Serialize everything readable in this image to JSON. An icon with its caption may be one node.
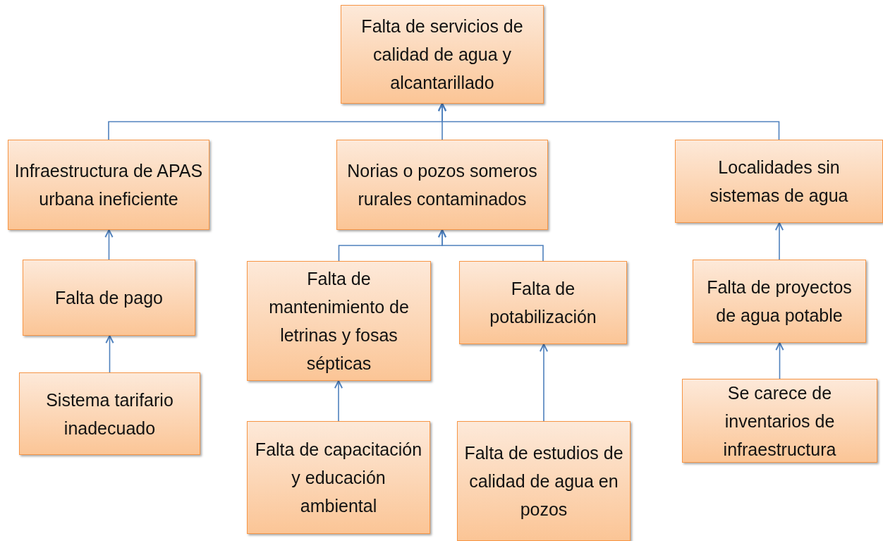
{
  "diagram": {
    "nodes": [
      {
        "text": [
          "Falta de servicios de calidad de agua y alcantarillado"
        ]
      },
      {
        "text": [
          "Infraestructura de APAS urbana ineficiente"
        ]
      },
      {
        "text": [
          "Norias o pozos someros rurales contaminados"
        ]
      },
      {
        "text": [
          "Localidades sin sistemas de agua"
        ]
      },
      {
        "text": [
          "Falta de pago"
        ]
      },
      {
        "text": [
          "Sistema tarifario inadecuado"
        ]
      },
      {
        "text": [
          "Falta de mantenimiento de letrinas y fosas sépticas"
        ]
      },
      {
        "text": [
          "Falta de potabilización"
        ]
      },
      {
        "text": [
          "Falta de capacitación y educación ambiental"
        ]
      },
      {
        "text": [
          "Falta de estudios de calidad de agua en pozos"
        ]
      },
      {
        "text": [
          "Falta de proyectos de agua potable"
        ]
      },
      {
        "text": [
          "Se carece de inventarios de infraestructura"
        ]
      }
    ],
    "edges": [
      {
        "from": 1,
        "to": 0,
        "arrow": "to"
      },
      {
        "from": 2,
        "to": 0,
        "arrow": "to"
      },
      {
        "from": 3,
        "to": 0,
        "arrow": "to"
      },
      {
        "from": 4,
        "to": 1,
        "arrow": "to"
      },
      {
        "from": 5,
        "to": 4,
        "arrow": "to"
      },
      {
        "from": 6,
        "to": 2,
        "arrow": "to"
      },
      {
        "from": 7,
        "to": 2,
        "arrow": "to"
      },
      {
        "from": 8,
        "to": 6,
        "arrow": "to"
      },
      {
        "from": 9,
        "to": 7,
        "arrow": "to"
      },
      {
        "from": 10,
        "to": 3,
        "arrow": "to"
      },
      {
        "from": 11,
        "to": 10,
        "arrow": "to"
      }
    ]
  }
}
